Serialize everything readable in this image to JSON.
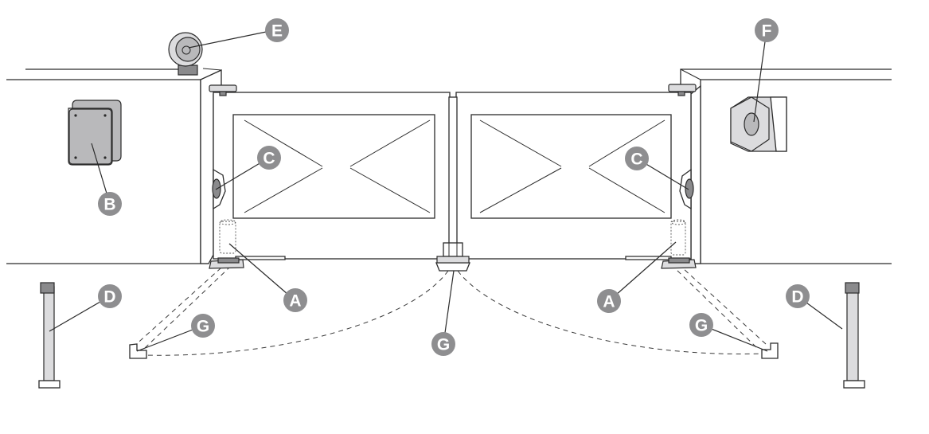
{
  "callouts": {
    "e": "E",
    "f": "F",
    "b": "B",
    "c_left": "C",
    "c_right": "C",
    "d_left": "D",
    "d_right": "D",
    "a_left": "A",
    "a_right": "A",
    "g_left": "G",
    "g_center": "G",
    "g_right": "G"
  },
  "colors": {
    "badge": "#8e8e90",
    "line": "#2b2b2b",
    "device_gray": "#b9b9bb"
  }
}
